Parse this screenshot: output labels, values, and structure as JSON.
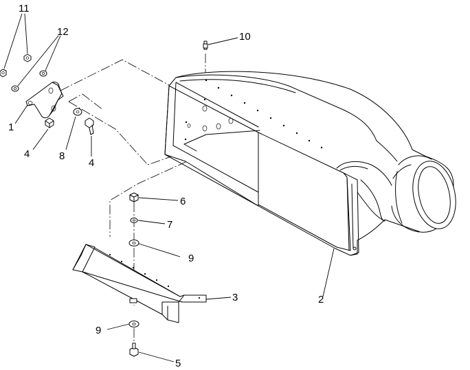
{
  "callouts": [
    {
      "id": "c1",
      "label": "1"
    },
    {
      "id": "c2",
      "label": "2"
    },
    {
      "id": "c3",
      "label": "3"
    },
    {
      "id": "c4a",
      "label": "4"
    },
    {
      "id": "c4b",
      "label": "4"
    },
    {
      "id": "c5",
      "label": "5"
    },
    {
      "id": "c6",
      "label": "6"
    },
    {
      "id": "c7",
      "label": "7"
    },
    {
      "id": "c8",
      "label": "8"
    },
    {
      "id": "c9a",
      "label": "9"
    },
    {
      "id": "c9b",
      "label": "9"
    },
    {
      "id": "c10",
      "label": "10"
    },
    {
      "id": "c11",
      "label": "11"
    },
    {
      "id": "c12",
      "label": "12"
    }
  ],
  "colors": {
    "ink": "#000000",
    "paper": "#ffffff"
  }
}
